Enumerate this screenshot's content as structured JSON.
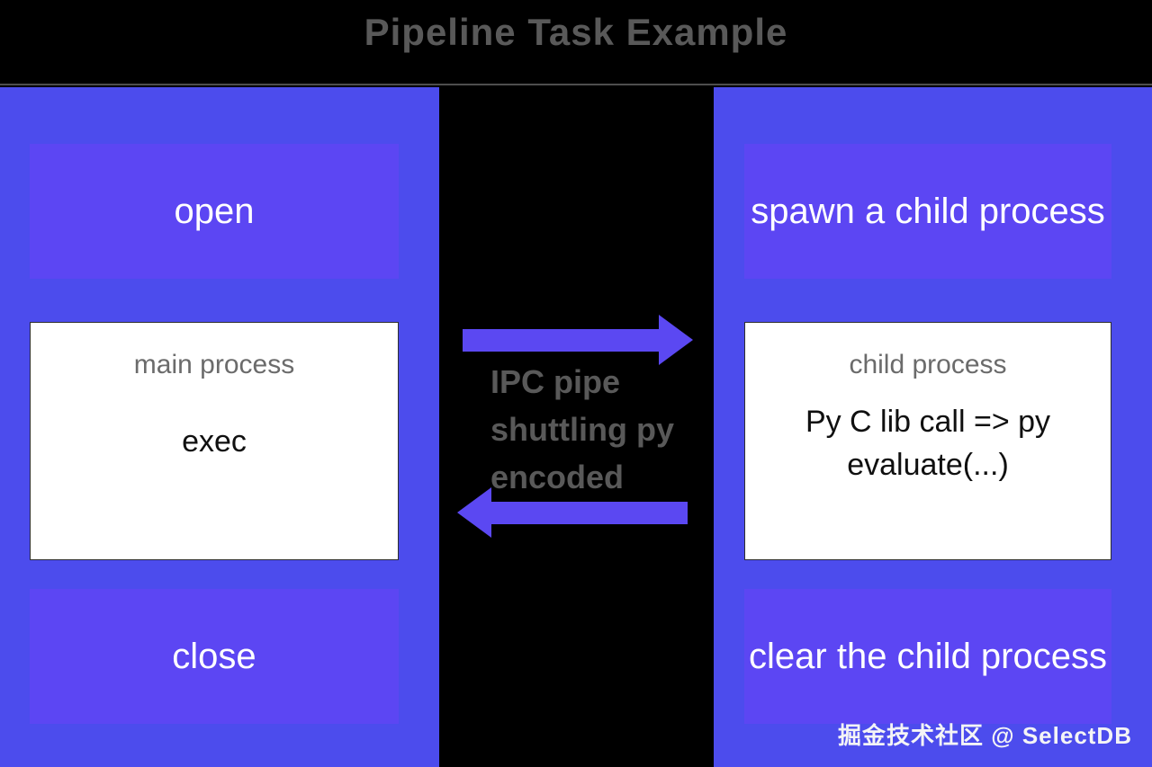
{
  "title": "Pipeline Task Example",
  "left_panel": {
    "top_box": "open",
    "middle_box": {
      "header": "main process",
      "body": "exec"
    },
    "bottom_box": "close"
  },
  "right_panel": {
    "top_box": "spawn a child process",
    "middle_box": {
      "header": "child process",
      "body_line1": "Py C lib call => py",
      "body_line2": "evaluate(...)"
    },
    "bottom_box": "clear the child process"
  },
  "pipe": {
    "line1": "IPC pipe",
    "line2": "shuttling py",
    "line3": "encoded"
  },
  "watermark": "掘金技术社区 @ SelectDB",
  "colors": {
    "panel": "#4c4ced",
    "box": "#5c46f3",
    "arrow": "#5b48f2",
    "title_text": "#595959"
  }
}
